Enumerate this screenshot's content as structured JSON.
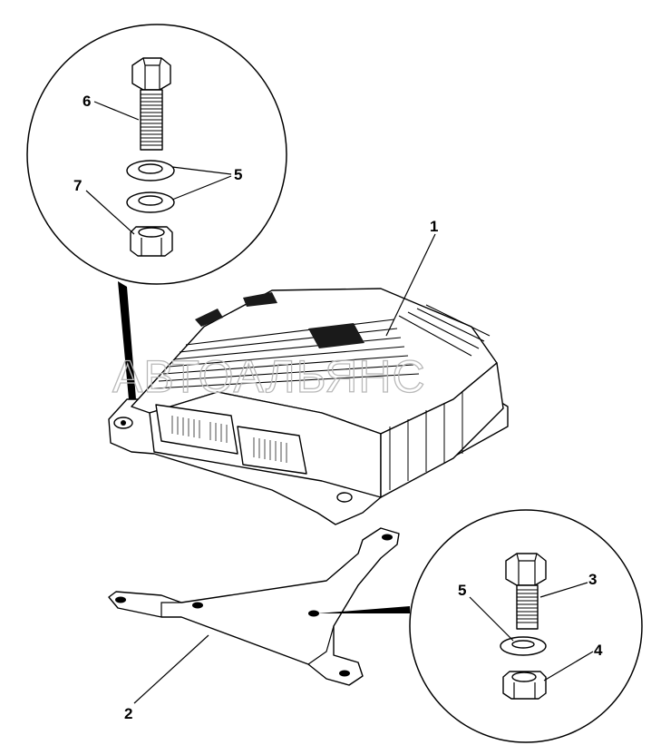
{
  "watermark": "АВТОАЛЬЯНС",
  "callouts": {
    "c1": "1",
    "c2": "2",
    "c3": "3",
    "c4": "4",
    "c5_top": "5",
    "c5_bottom": "5",
    "c6": "6",
    "c7": "7"
  }
}
